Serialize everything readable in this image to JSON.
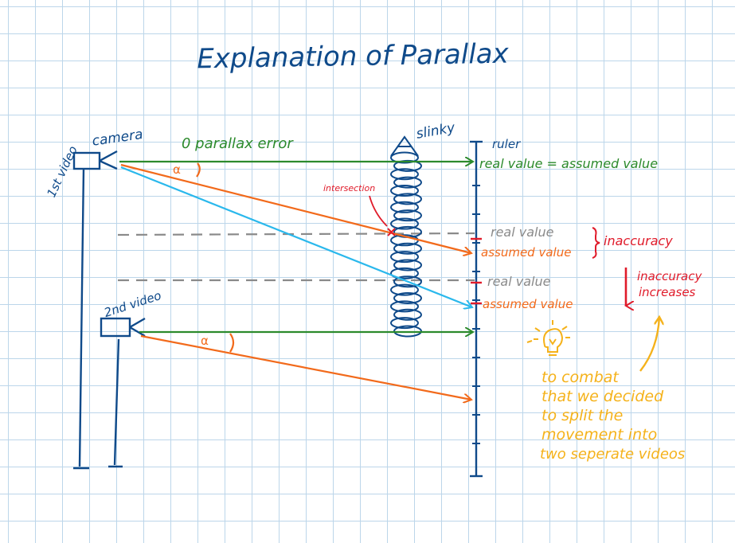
{
  "title": "Explanation of Parallax",
  "labels": {
    "camera": "camera",
    "first_video": "1st video",
    "second_video": "2nd video",
    "slinky": "slinky",
    "ruler": "ruler",
    "zero_parallax": "0 parallax error",
    "angle_alpha": "α",
    "intersection": "intersection",
    "real_equals_assumed": "real value = assumed value",
    "real_value": "real value",
    "assumed_value": "assumed value",
    "inaccuracy": "inaccuracy",
    "inaccuracy_increases_1": "inaccuracy",
    "inaccuracy_increases_2": "increases",
    "combat_lines": [
      "to combat",
      "that we decided",
      "to split the",
      "movement into",
      "two seperate videos"
    ]
  },
  "colors": {
    "ink_blue": "#0f4a8a",
    "green": "#2c8a2c",
    "orange": "#f26a1b",
    "cyan": "#2ab8ec",
    "gray": "#8a8a8a",
    "red": "#e01b2a",
    "yellow": "#f5b21b",
    "grid": "#bcd6ea"
  },
  "icons": [
    "camera-icon",
    "lightbulb-icon",
    "arrow-down-icon"
  ]
}
